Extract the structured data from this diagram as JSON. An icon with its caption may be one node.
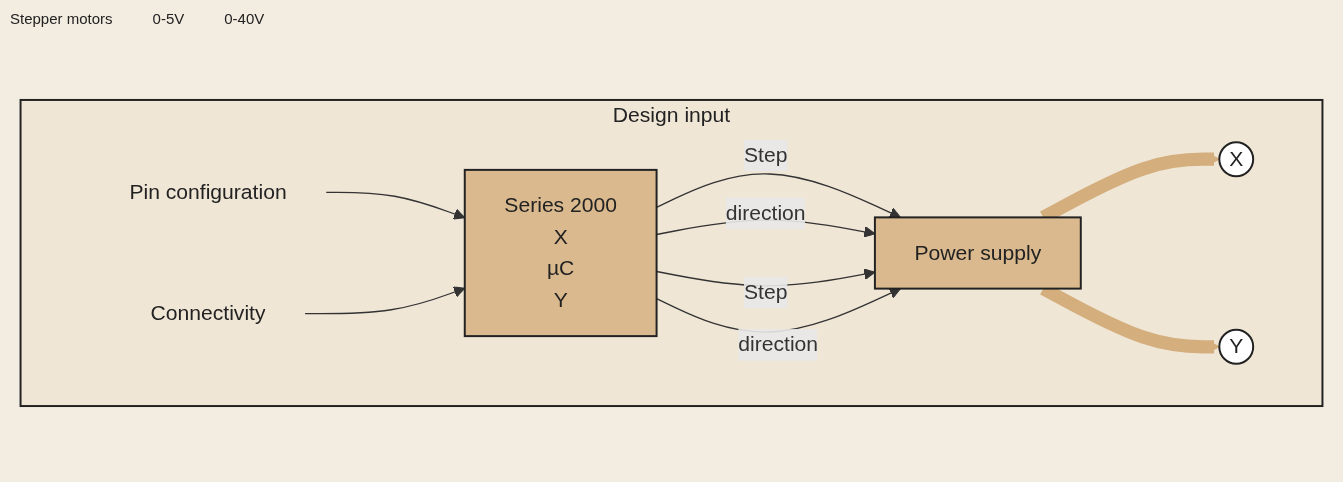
{
  "diagram": {
    "nodes": [
      {
        "text": [
          "Design input"
        ]
      },
      {
        "text": [
          "Pin configuration"
        ],
        "in": 0
      },
      {
        "text": [
          "Connectivity"
        ],
        "in": 0
      },
      {
        "text": [
          "Series 2000",
          "X",
          "µC",
          "Y"
        ],
        "in": 0
      },
      {
        "text": [
          "Power supply"
        ],
        "in": 0
      },
      {
        "text": [
          "X"
        ],
        "in": 0
      },
      {
        "text": [
          "Y"
        ],
        "in": 0
      }
    ],
    "edges": [
      {
        "from": 1,
        "to": 3,
        "arrow": "to"
      },
      {
        "from": 2,
        "to": 3,
        "arrow": "to"
      },
      {
        "from": 3,
        "to": 4,
        "arrow": "to",
        "label": "Step"
      },
      {
        "from": 3,
        "to": 4,
        "arrow": "to",
        "label": "direction"
      },
      {
        "from": 3,
        "to": 4,
        "arrow": "to",
        "label": "Step"
      },
      {
        "from": 3,
        "to": 4,
        "arrow": "to",
        "label": "direction"
      },
      {
        "from": 4,
        "to": 5,
        "arrow": "to",
        "style": "thick",
        "color": "#d4ae7c"
      },
      {
        "from": 4,
        "to": 6,
        "arrow": "to",
        "style": "thick",
        "color": "#d4ae7c"
      }
    ],
    "labels": [
      "Stepper motors",
      "0-5V",
      "0-40V"
    ]
  }
}
